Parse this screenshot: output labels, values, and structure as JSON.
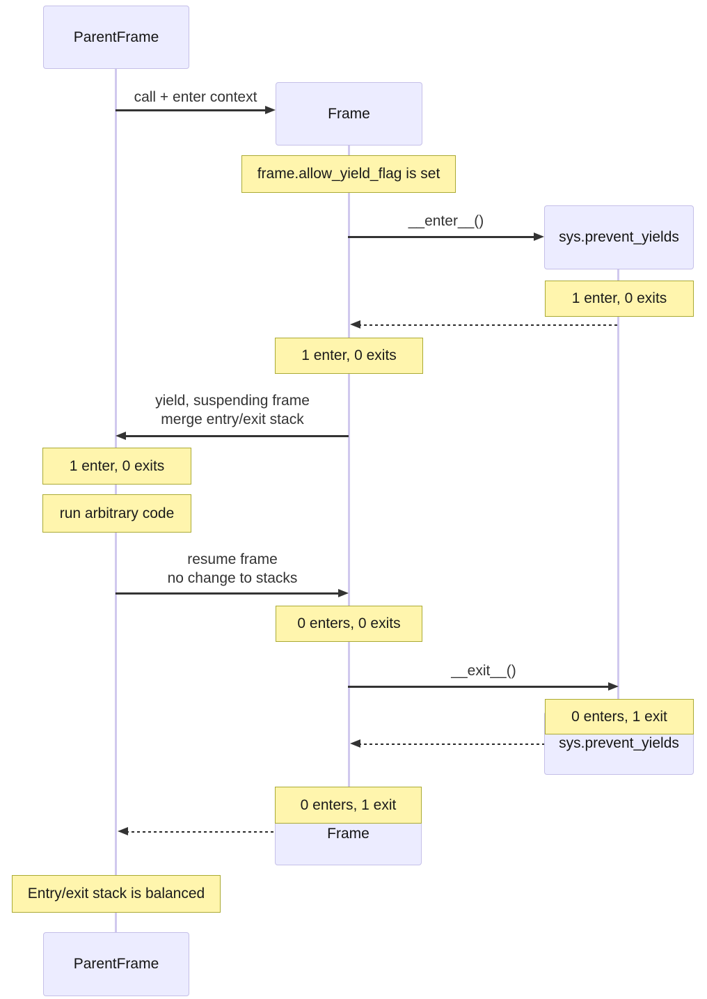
{
  "diagram_type": "sequence-diagram",
  "colors": {
    "actor_fill": "#ECECFF",
    "actor_border": "#C5BFE8",
    "note_fill": "#FFF5AD",
    "note_border": "#AAAA33",
    "lifeline": "#D0C8EE",
    "arrow": "#333333",
    "message_text": "#333333"
  },
  "actors": {
    "parent_top": "ParentFrame",
    "frame_top": "Frame",
    "sys_top": "sys.prevent_yields",
    "sys_bottom": "sys.prevent_yields",
    "frame_bottom": "Frame",
    "parent_bottom": "ParentFrame"
  },
  "messages": {
    "call_enter": "call + enter context",
    "enter": "__enter__()",
    "yield_line1": "yield, suspending frame",
    "yield_line2": "merge entry/exit stack",
    "resume_line1": "resume frame",
    "resume_line2": "no change to stacks",
    "exit": "__exit__()"
  },
  "notes": {
    "allow_yield": "frame.allow_yield_flag is set",
    "sys_enter_count": "1 enter, 0 exits",
    "frame_enter_count": "1 enter, 0 exits",
    "parent_enter_count": "1 enter, 0 exits",
    "run_code": "run arbitrary code",
    "frame_resume_count": "0 enters, 0 exits",
    "sys_exit_count": "0 enters, 1 exit",
    "frame_exit_count": "0 enters, 1 exit",
    "balanced": "Entry/exit stack is balanced"
  }
}
